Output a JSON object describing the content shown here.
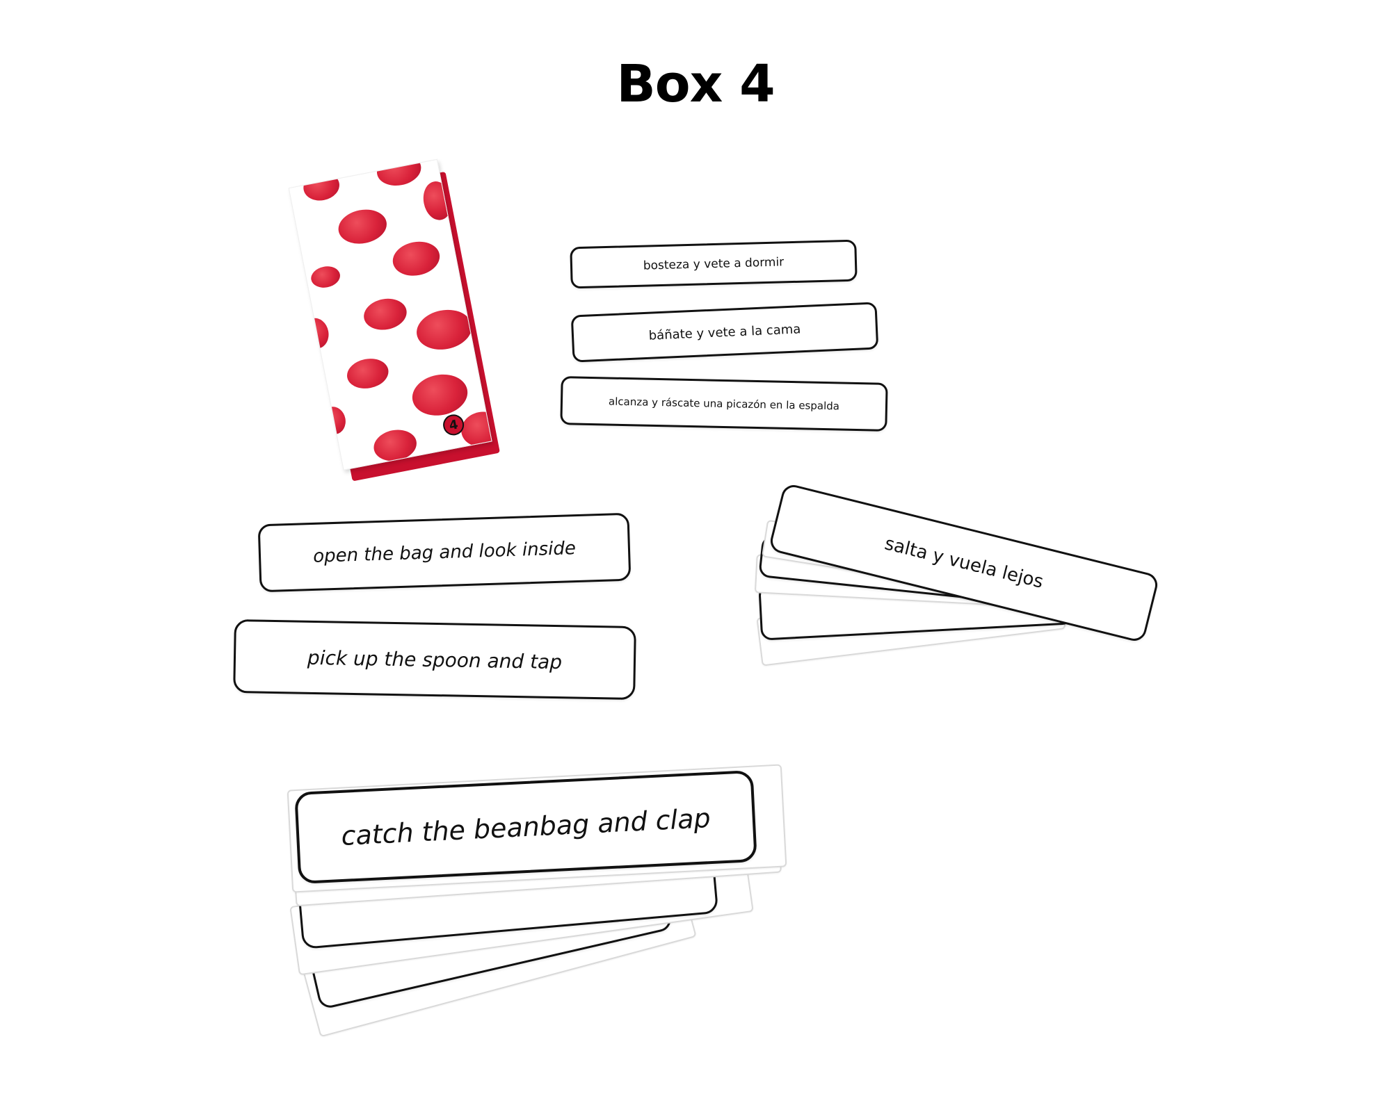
{
  "title": "Box 4",
  "box": {
    "number": "4",
    "colors": {
      "dot": "#d9223a",
      "base": "#c8102e",
      "face": "#ffffff"
    }
  },
  "cards": {
    "spanish_1": "bosteza y vete a dormir",
    "spanish_2": "báñate y vete a la cama",
    "spanish_3": "alcanza y ráscate una picazón en la espalda",
    "english_1": "open the bag and look inside",
    "english_2": "pick up the spoon and tap",
    "fan_top": "salta y vuela lejos",
    "stack_top": "catch the beanbag and clap"
  }
}
